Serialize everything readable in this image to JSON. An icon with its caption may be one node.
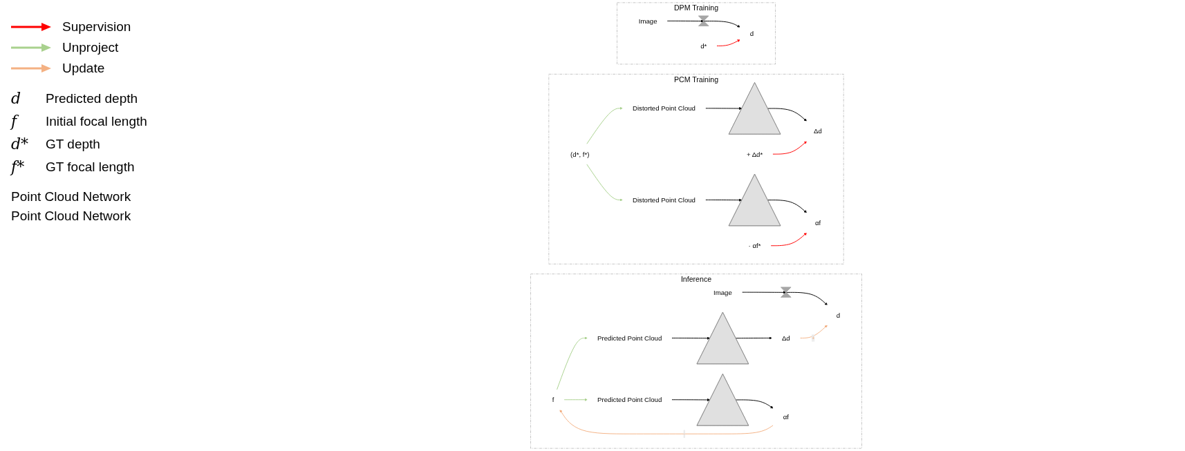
{
  "diagram": {
    "nodes": [
      {
        "text": [
          "DPM Training"
        ]
      },
      {
        "text": [
          "Image"
        ],
        "in": 0
      },
      {
        "text": [],
        "shape": "bowtie",
        "in": 0
      },
      {
        "text": [
          "d"
        ],
        "in": 0
      },
      {
        "text": [
          "d*"
        ],
        "in": 0
      },
      {
        "text": [
          "PCM Training"
        ]
      },
      {
        "text": [
          "(d*, f*)"
        ],
        "in": 5
      },
      {
        "text": [
          "+ Δd*"
        ],
        "in": 5
      },
      {
        "text": [
          "· αf*"
        ],
        "in": 5
      },
      {
        "text": [
          "Distorted Point Cloud"
        ],
        "in": 5
      },
      {
        "text": [
          "Distorted Point Cloud"
        ],
        "in": 5
      },
      {
        "text": [],
        "shape": "wedge",
        "in": 5
      },
      {
        "text": [],
        "shape": "wedge",
        "in": 5
      },
      {
        "text": [
          "Δd"
        ],
        "in": 5
      },
      {
        "text": [
          "αf"
        ],
        "in": 5
      },
      {
        "text": [
          "Inference"
        ]
      },
      {
        "text": [
          "Image"
        ],
        "in": 15
      },
      {
        "text": [],
        "shape": "bowtie",
        "in": 15
      },
      {
        "text": [
          "d"
        ],
        "in": 15
      },
      {
        "text": [
          "f"
        ],
        "in": 15
      },
      {
        "text": [
          "Predicted Point Cloud"
        ],
        "in": 15
      },
      {
        "text": [
          "Predicted Point Cloud"
        ],
        "in": 15
      },
      {
        "text": [],
        "shape": "wedge",
        "in": 15
      },
      {
        "text": [],
        "shape": "wedge",
        "in": 15
      },
      {
        "text": [
          "Δd"
        ],
        "in": 15
      },
      {
        "text": [
          "αf"
        ],
        "in": 15
      }
    ],
    "edges": [
      {
        "from": 1,
        "to": 2,
        "arrow": "to"
      },
      {
        "from": 2,
        "to": 3,
        "arrow": "to"
      },
      {
        "from": 4,
        "to": 3,
        "arrow": "to",
        "color": "#ff0000"
      },
      {
        "from": 6,
        "to": 9,
        "arrow": "to",
        "color": "#a9d18e"
      },
      {
        "from": 6,
        "to": 10,
        "arrow": "to",
        "color": "#a9d18e"
      },
      {
        "from": 9,
        "to": 11,
        "arrow": "to"
      },
      {
        "from": 10,
        "to": 12,
        "arrow": "to"
      },
      {
        "from": 11,
        "to": 13,
        "arrow": "to"
      },
      {
        "from": 12,
        "to": 14,
        "arrow": "to"
      },
      {
        "from": 7,
        "to": 13,
        "arrow": "to",
        "color": "#ff0000"
      },
      {
        "from": 8,
        "to": 14,
        "arrow": "to",
        "color": "#ff0000"
      },
      {
        "from": 16,
        "to": 17,
        "arrow": "to"
      },
      {
        "from": 17,
        "to": 18,
        "arrow": "to"
      },
      {
        "from": 19,
        "to": 20,
        "arrow": "to",
        "color": "#a9d18e"
      },
      {
        "from": 19,
        "to": 21,
        "arrow": "to",
        "color": "#a9d18e"
      },
      {
        "from": 20,
        "to": 22,
        "arrow": "to"
      },
      {
        "from": 21,
        "to": 23,
        "arrow": "to"
      },
      {
        "from": 22,
        "to": 24,
        "arrow": "to"
      },
      {
        "from": 23,
        "to": 25,
        "arrow": "to"
      },
      {
        "from": 24,
        "to": 18,
        "arrow": "to",
        "label": "+",
        "color": "#f4b183"
      },
      {
        "from": 25,
        "to": 19,
        "arrow": "to",
        "label": "·",
        "color": "#f4b183"
      }
    ],
    "labels": [
      "Point Cloud Network",
      "Point Cloud Network",
      "d",
      "Predicted depth",
      "f",
      "Initial focal length",
      "d*",
      "GT depth",
      "f*",
      "GT focal length"
    ],
    "legend": [
      {
        "text": "Supervision",
        "color": "#ff0000"
      },
      {
        "text": "Unproject",
        "color": "#a9d18e"
      },
      {
        "text": "Update",
        "color": "#f4b183"
      }
    ]
  }
}
